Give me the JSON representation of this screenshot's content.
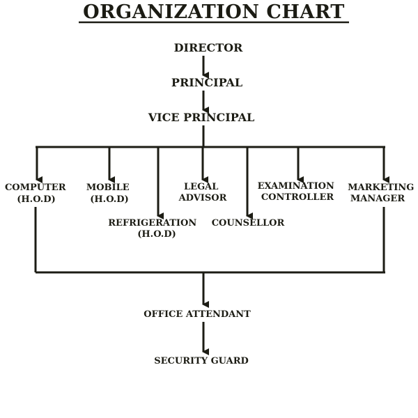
{
  "title": "ORGANIZATION CHART",
  "nodes": {
    "director": "DIRECTOR",
    "principal": "PRINCIPAL",
    "vice_principal": "VICE PRINCIPAL",
    "computer": [
      "COMPUTER",
      "(H.O.D)"
    ],
    "mobile": [
      "MOBILE",
      "(H.O.D)"
    ],
    "refrigeration": [
      "REFRIGERATION",
      "(H.O.D)"
    ],
    "legal": [
      "LEGAL",
      "ADVISOR"
    ],
    "counsellor": "COUNSELLOR",
    "examination": [
      "EXAMINATION",
      "CONTROLLER"
    ],
    "marketing": [
      "MARKETING",
      "MANAGER"
    ],
    "office_attendant": "OFFICE ATTENDANT",
    "security_guard": "SECURITY GUARD"
  },
  "colors": {
    "ink": "#1c1c14",
    "background": "#ffffff"
  }
}
